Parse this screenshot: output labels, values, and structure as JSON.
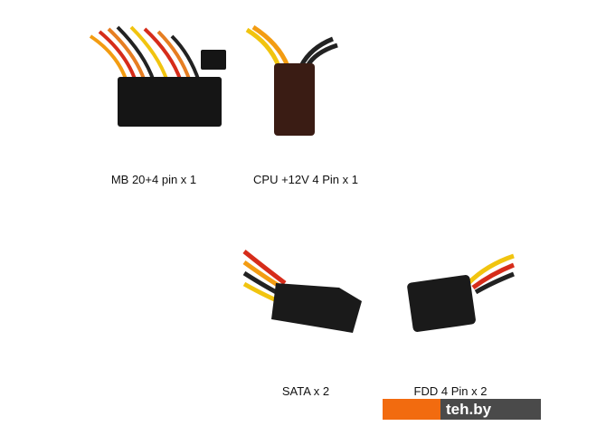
{
  "labels": {
    "mb": "MB 20+4 pin x 1",
    "cpu": "CPU +12V 4 Pin x 1",
    "sata": "SATA x 2",
    "fdd": "FDD 4 Pin x 2"
  },
  "watermark": "teh.by",
  "colors": {
    "watermark_orange": "#f26b0f",
    "watermark_gray": "#4a4a4a"
  }
}
